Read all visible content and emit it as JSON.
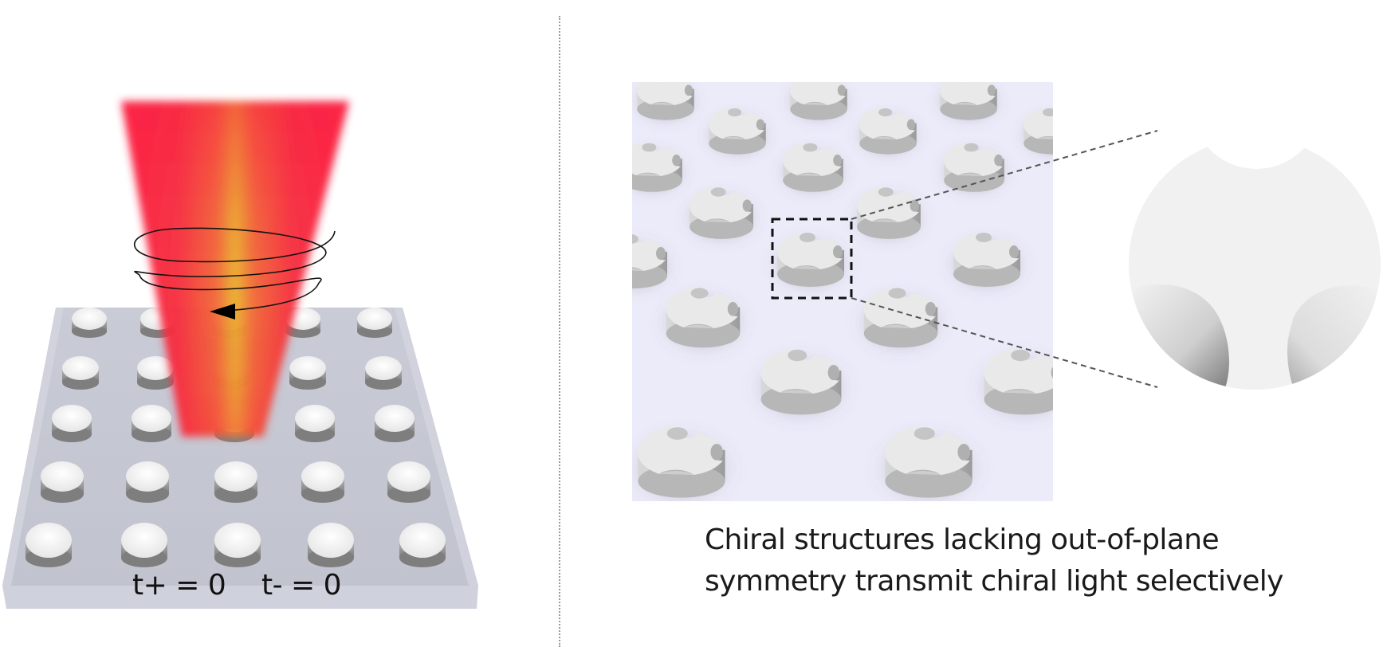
{
  "figure": {
    "left_panel": {
      "description": "Achiral disk metasurface under circularly polarized beam",
      "transmission_labels": {
        "t_plus": "t+ = 0",
        "t_minus": "t- = 0"
      },
      "array": {
        "rows": 5,
        "cols": 5
      },
      "colors": {
        "substrate": "#c5c7d3",
        "substrate_edge": "#d6d8e2",
        "pillar_top": "#f7f7f7",
        "pillar_side": "#8f8f8f",
        "beam_outer": "#fb1e42",
        "beam_mid": "#f0683a",
        "beam_core": "#e8b82c",
        "helix": "#000000"
      }
    },
    "right_panel": {
      "caption_lines": [
        "Chiral structures lacking out-of-plane",
        "symmetry transmit chiral light selectively"
      ],
      "colors": {
        "background": "#ecebf9",
        "pillar": "#dcdcdc",
        "zoom_disc": "#f1f1f1",
        "dash": "#555555"
      }
    },
    "divider_style": "dotted"
  }
}
